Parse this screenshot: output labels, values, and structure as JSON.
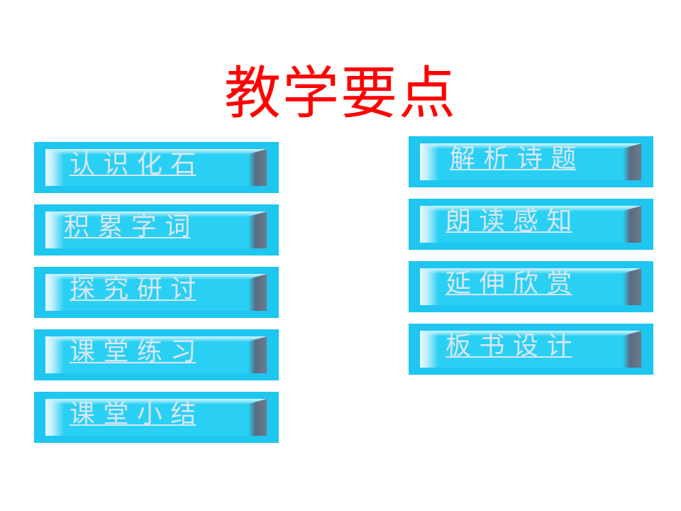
{
  "title": "教学要点",
  "left_buttons": [
    {
      "label": "认 识 化 石"
    },
    {
      "label": "积 累 字 词"
    },
    {
      "label": "探 究 研 讨"
    },
    {
      "label": "课 堂 练 习"
    },
    {
      "label": "课 堂 小 结"
    }
  ],
  "right_buttons": [
    {
      "label": "解 析 诗 题"
    },
    {
      "label": "朗 读 感 知"
    },
    {
      "label": "延 伸 欣 赏"
    },
    {
      "label": "板 书 设 计"
    }
  ],
  "colors": {
    "title": "#ff0000",
    "button_bg": "#1ec6f0",
    "button_text": "#d9e6f5"
  }
}
